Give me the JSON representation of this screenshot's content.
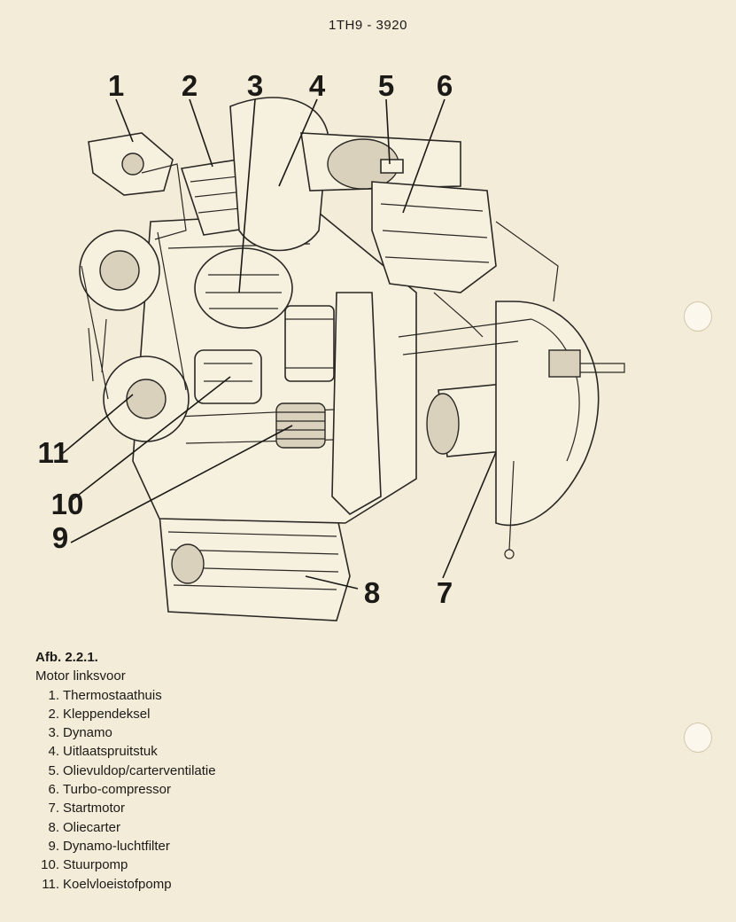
{
  "header": {
    "page_code": "1TH9 - 3920"
  },
  "caption": {
    "figure_number": "Afb. 2.2.1.",
    "title": "Motor linksvoor"
  },
  "callouts": [
    "1",
    "2",
    "3",
    "4",
    "5",
    "6",
    "7",
    "8",
    "9",
    "10",
    "11"
  ],
  "legend": [
    {
      "num": "1.",
      "label": "Thermostaathuis"
    },
    {
      "num": "2.",
      "label": "Kleppendeksel"
    },
    {
      "num": "3.",
      "label": "Dynamo"
    },
    {
      "num": "4.",
      "label": "Uitlaatspruitstuk"
    },
    {
      "num": "5.",
      "label": "Olievuldop/carterventilatie"
    },
    {
      "num": "6.",
      "label": "Turbo-compressor"
    },
    {
      "num": "7.",
      "label": "Startmotor"
    },
    {
      "num": "8.",
      "label": "Oliecarter"
    },
    {
      "num": "9.",
      "label": "Dynamo-luchtfilter"
    },
    {
      "num": "10.",
      "label": "Stuurpomp"
    },
    {
      "num": "11.",
      "label": "Koelvloeistofpomp"
    }
  ],
  "colors": {
    "paper": "#f3ecd9",
    "ink": "#1b1a17"
  }
}
